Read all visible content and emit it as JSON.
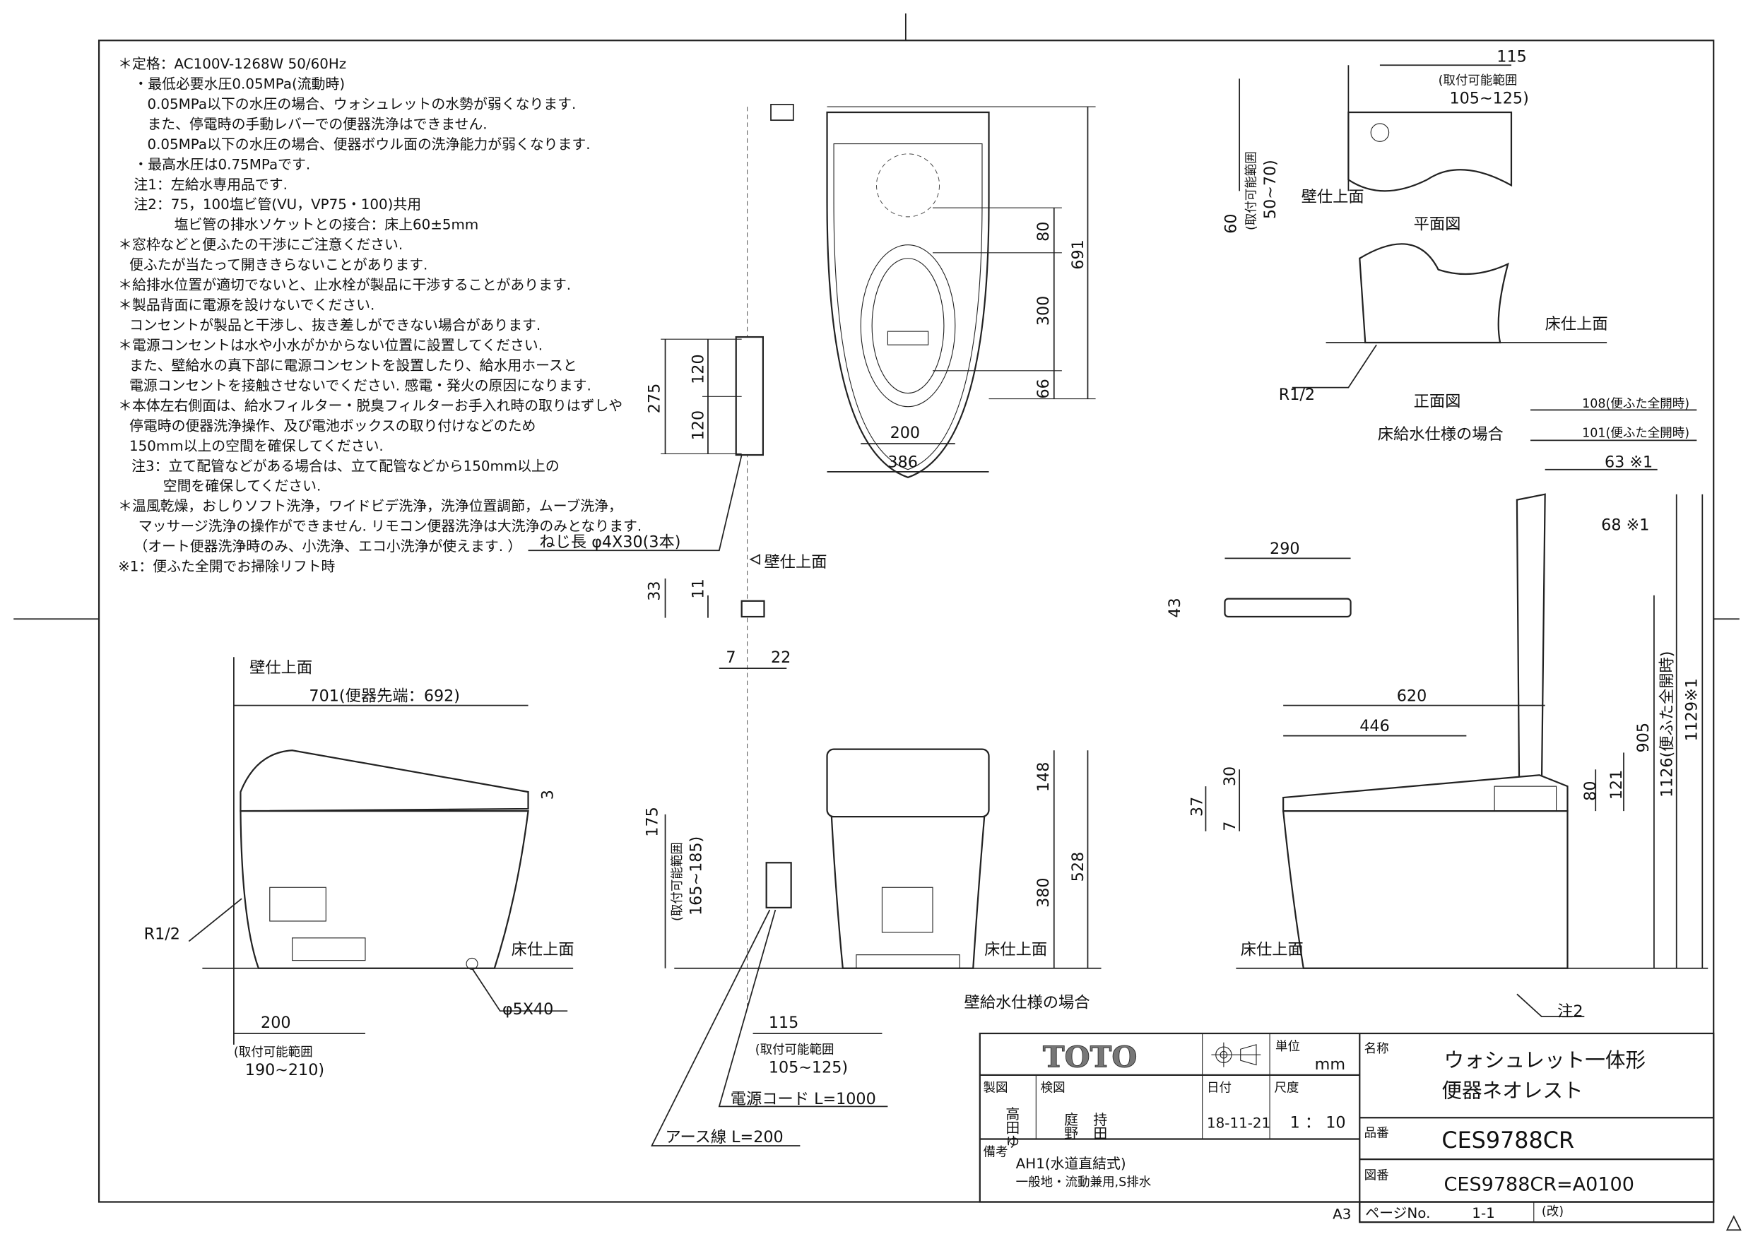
{
  "notes": [
    "＊定格：AC100V-1268W  50/60Hz",
    "・最低必要水圧0.05MPa(流動時)",
    "0.05MPa以下の水圧の場合、ウォシュレットの水勢が弱くなります.",
    "また、停電時の手動レバーでの便器洗浄はできません.",
    "0.05MPa以下の水圧の場合、便器ボウル面の洗浄能力が弱くなります.",
    "・最高水圧は0.75MPaです.",
    "注1：左給水専用品です.",
    "注2：75，100塩ビ管(VU，VP75・100)共用",
    "塩ビ管の排水ソケットとの接合：床上60±5mm",
    "＊窓枠などと便ふたの干渉にご注意ください.",
    "便ふたが当たって開ききらないことがあります.",
    "＊給排水位置が適切でないと、止水栓が製品に干渉することがあります.",
    "＊製品背面に電源を設けないでください.",
    "コンセントが製品と干渉し、抜き差しができない場合があります.",
    "＊電源コンセントは水や小水がかからない位置に設置してください.",
    "また、壁給水の真下部に電源コンセントを設置したり、給水用ホースと",
    "電源コンセントを接触させないでください. 感電・発火の原因になります.",
    "＊本体左右側面は、給水フィルター・脱臭フィルターお手入れ時の取りはずしや",
    "停電時の便器洗浄操作、及び電池ボックスの取り付けなどのため",
    "150mm以上の空間を確保してください.",
    "注3：立て配管などがある場合は、立て配管などから150mm以上の",
    "空間を確保してください.",
    "＊温風乾燥，おしりソフト洗浄，ワイドビデ洗浄，洗浄位置調節，ムーブ洗浄，",
    "マッサージ洗浄の操作ができません. リモコン便器洗浄は大洗浄のみとなります.",
    "（オート便器洗浄時のみ、小洗浄、エコ小洗浄が使えます. ）",
    "※1：便ふた全開でお掃除リフト時"
  ],
  "labels": {
    "top_691": "691",
    "top_80": "80",
    "top_300": "300",
    "top_66": "66",
    "top_200": "200",
    "top_386": "386",
    "wall_275": "275",
    "wall_120a": "120",
    "wall_120b": "120",
    "screw": "ねじ長  φ4X30(3本)",
    "wall_finish": "壁仕上面",
    "d33": "33",
    "d11": "11",
    "d7": "7",
    "d22": "22",
    "side_wall_finish": "壁仕上面",
    "side_701": "701(便器先端：692)",
    "side_3": "3",
    "side_r12": "R1/2",
    "side_floor": "床仕上面",
    "side_200": "200",
    "side_range": "(取付可能範囲",
    "side_range_val": "190~210)",
    "side_phi": "φ5X40",
    "front_175": "175",
    "front_range": "(取付可能範囲",
    "front_range_val": "165~185)",
    "front_148": "148",
    "front_528": "528",
    "front_380": "380",
    "front_floor": "床仕上面",
    "front_wall_supply": "壁給水仕様の場合",
    "front_115": "115",
    "front_range2": "(取付可能範囲",
    "front_range2_val": "105~125)",
    "cord": "電源コード  L=1000",
    "earth": "アース線  L=200",
    "plan_115": "115",
    "plan_range": "(取付可能範囲",
    "plan_range_val": "105~125)",
    "plan_60": "60",
    "plan_range_v": "(取付可能範囲",
    "plan_range_v_val": "50~70)",
    "plan_wall": "壁仕上面",
    "plan_title": "平面図",
    "elev_floor": "床仕上面",
    "elev_r12": "R1/2",
    "elev_title": "正面図",
    "floor_supply": "床給水仕様の場合",
    "r_108": "108(便ふた全開時)",
    "r_101": "101(便ふた全開時)",
    "r_63": "63 ※1",
    "r_68": "68 ※1",
    "remote_290": "290",
    "remote_43": "43",
    "r_620": "620",
    "r_446": "446",
    "r_905": "905",
    "r_1126": "1126(便ふた全開時)",
    "r_1129": "1129※1",
    "r_30": "30",
    "r_37": "37",
    "r_7": "7",
    "r_80": "80",
    "r_121": "121",
    "r_floor": "床仕上面",
    "r_note2": "注2"
  },
  "title_block": {
    "logo": "TOTO",
    "unit_label": "単位",
    "unit": "mm",
    "drawn_label": "製図",
    "drawn_by": "高田ゆ",
    "checked_label": "検図",
    "checked_by_1": "庭野",
    "checked_by_2": "持田",
    "date_label": "日付",
    "date": "18-11-21",
    "scale_label": "尺度",
    "scale": "1 ： 10",
    "name_label": "名称",
    "name_line1": "ウォシュレット一体形",
    "name_line2": "便器ネオレスト",
    "part_label": "品番",
    "part_no": "CES9788CR",
    "drawing_label": "図番",
    "drawing_no": "CES9788CR=A0100",
    "remarks_label": "備考",
    "remarks_line1": "AH1(水道直結式)",
    "remarks_line2": "一般地・流動兼用,S排水",
    "paper": "A3",
    "page_label": "ページNo.",
    "page": "1-1",
    "revision_label": "(改)"
  }
}
